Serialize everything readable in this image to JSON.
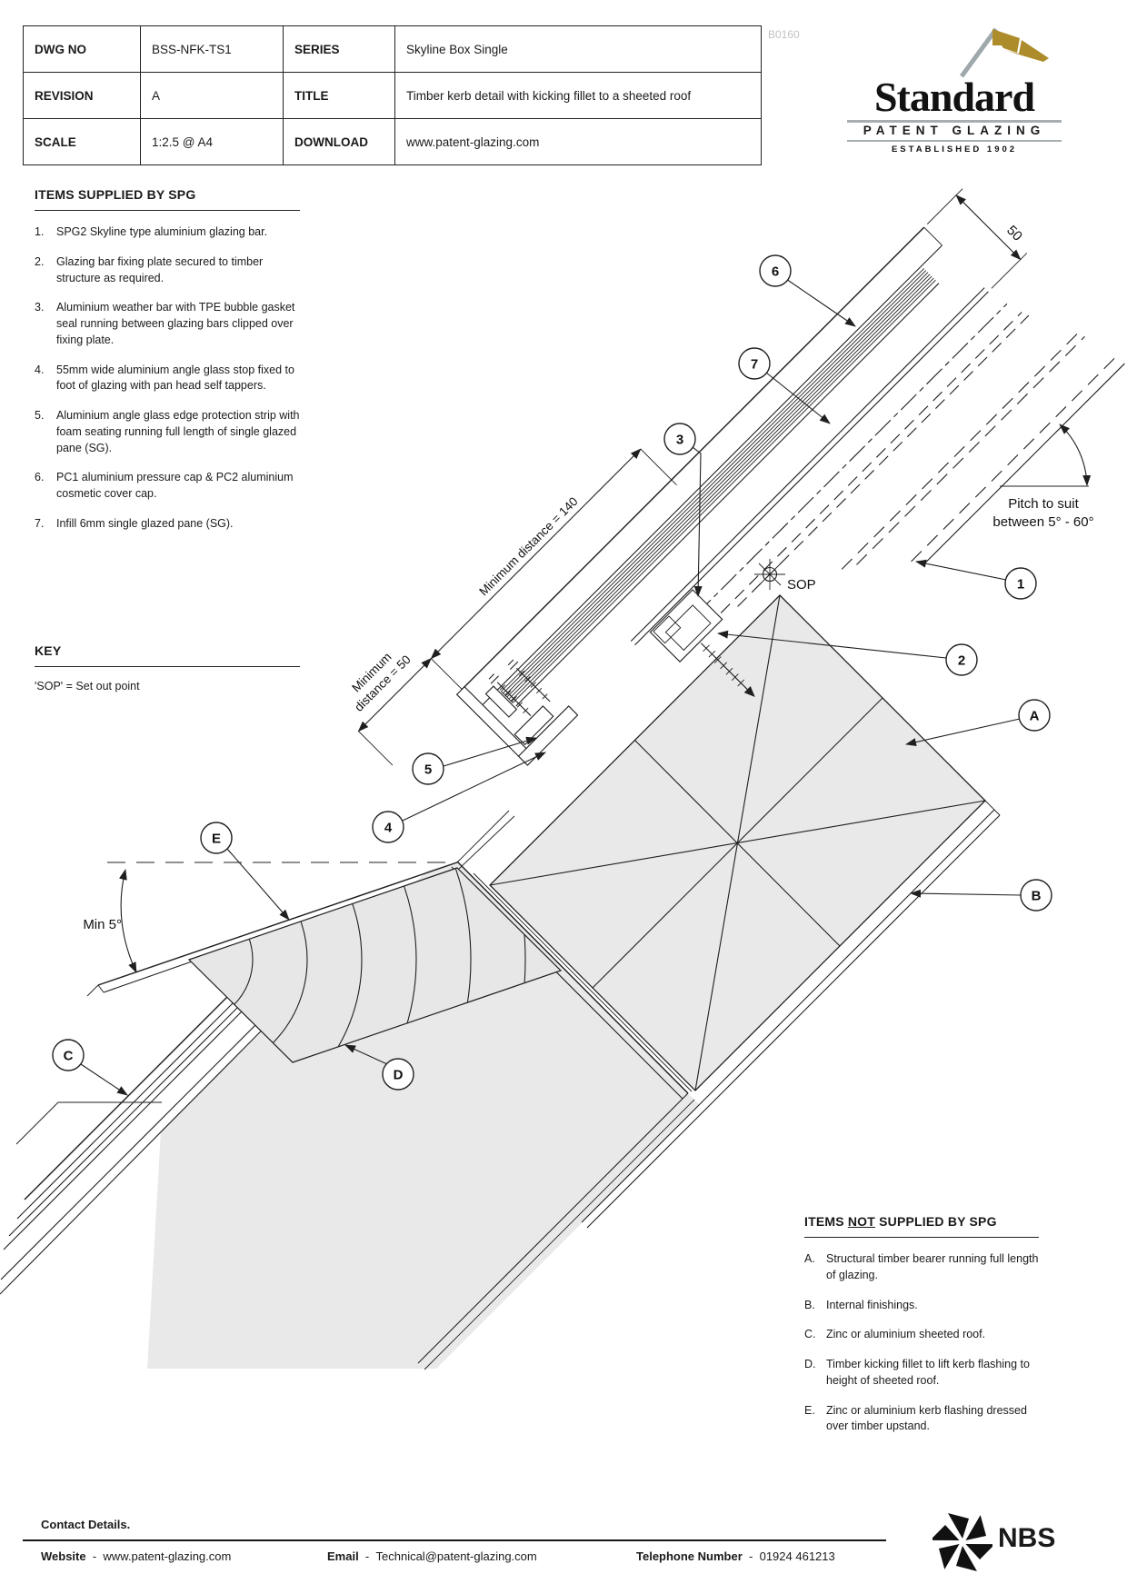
{
  "page": {
    "ref_code": "B0160"
  },
  "title_block": {
    "rows": [
      {
        "label": "DWG NO",
        "value": "BSS-NFK-TS1",
        "label2": "SERIES",
        "value2": "Skyline Box Single"
      },
      {
        "label": "REVISION",
        "value": "A",
        "label2": "TITLE",
        "value2": "Timber kerb detail with kicking fillet to a sheeted roof"
      },
      {
        "label": "SCALE",
        "value": "1:2.5 @ A4",
        "label2": "DOWNLOAD",
        "value2": "www.patent-glazing.com"
      }
    ]
  },
  "logo": {
    "name": "Standard",
    "subtitle": "PATENT GLAZING",
    "established": "ESTABLISHED 1902",
    "flag_color": "#ad8c2b",
    "pole_color": "#9fa8ab"
  },
  "supplied": {
    "heading": "ITEMS SUPPLIED BY SPG",
    "items": [
      {
        "n": "1.",
        "text": "SPG2 Skyline type aluminium glazing bar."
      },
      {
        "n": "2.",
        "text": "Glazing bar fixing plate secured to timber structure as required."
      },
      {
        "n": "3.",
        "text": "Aluminium weather bar with TPE bubble gasket seal running between glazing bars clipped over fixing plate."
      },
      {
        "n": "4.",
        "text": "55mm wide aluminium angle glass stop fixed to foot of glazing with pan head self tappers."
      },
      {
        "n": "5.",
        "text": "Aluminium angle glass edge protection strip with foam seating running full length of single glazed pane (SG)."
      },
      {
        "n": "6.",
        "text": "PC1 aluminium pressure cap & PC2 aluminium cosmetic cover cap."
      },
      {
        "n": "7.",
        "text": "Infill 6mm single glazed pane (SG)."
      }
    ]
  },
  "key": {
    "heading": "KEY",
    "entry": "'SOP' = Set out point"
  },
  "not_supplied": {
    "heading_pre": "ITEMS ",
    "heading_not": "NOT",
    "heading_post": " SUPPLIED BY SPG",
    "items": [
      {
        "n": "A.",
        "text": "Structural timber bearer running full length of glazing."
      },
      {
        "n": "B.",
        "text": "Internal finishings."
      },
      {
        "n": "C.",
        "text": "Zinc or aluminium sheeted roof."
      },
      {
        "n": "D.",
        "text": "Timber kicking fillet to lift kerb flashing to height of sheeted roof."
      },
      {
        "n": "E.",
        "text": "Zinc or aluminium kerb flashing dressed over timber upstand."
      }
    ]
  },
  "drawing": {
    "labels": {
      "sop": "SOP",
      "dim140": "Minimum distance = 140",
      "dim50_line1": "Minimum",
      "dim50_line2": "distance = 50",
      "cap_width": "50",
      "pitch_line1": "Pitch to suit",
      "pitch_line2": "between 5° - 60°",
      "min_angle": "Min 5°"
    },
    "balloons": {
      "b1": "1",
      "b2": "2",
      "b3": "3",
      "b4": "4",
      "b5": "5",
      "b6": "6",
      "b7": "7",
      "ba": "A",
      "bb": "B",
      "bc": "C",
      "bd": "D",
      "be": "E"
    }
  },
  "footer": {
    "heading": "Contact Details.",
    "website_label": "Website",
    "website_sep": "-",
    "website": "www.patent-glazing.com",
    "email_label": "Email",
    "email_sep": "-",
    "email": "Technical@patent-glazing.com",
    "phone_label": "Telephone Number",
    "phone_sep": "-",
    "phone": "01924 461213",
    "nbs": "NBS"
  }
}
